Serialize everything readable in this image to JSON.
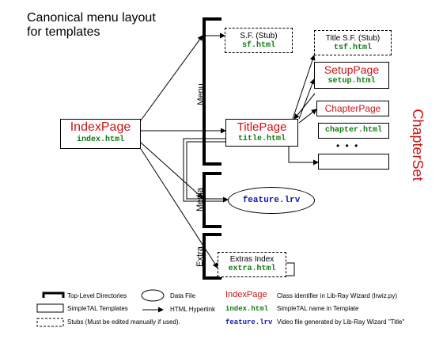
{
  "title": "Canonical menu layout\nfor templates",
  "dirs": {
    "menu": "Menu",
    "media": "Media",
    "extra": "Extra"
  },
  "nodes": {
    "index": {
      "class": "IndexPage",
      "file": "index.html"
    },
    "sf_stub": {
      "label": "S.F. (Stub)",
      "file": "sf.html"
    },
    "title_sf_stub": {
      "label": "Title S.F. (Stub)",
      "file": "tsf.html"
    },
    "setup": {
      "class": "SetupPage",
      "file": "setup.html"
    },
    "chapter_page": {
      "class": "ChapterPage"
    },
    "chapter_file": {
      "file": "chapter.html"
    },
    "ellipsis": "• • •",
    "title_page": {
      "class": "TitlePage",
      "file": "title.html"
    },
    "feature": {
      "file": "feature.lrv"
    },
    "extras": {
      "label": "Extras Index",
      "file": "extra.html"
    }
  },
  "chapterset": "ChapterSet",
  "legend": {
    "top_dirs": "Top-Level Directories",
    "templates": "SimpleTAL Templates",
    "stubs": "Stubs (Must be edited manually if used).",
    "data_file": "Data File",
    "hyperlink": "HTML Hyperlink",
    "class_sample": "IndexPage",
    "class_desc": "Class identifier in Lib-Ray Wizard (lrwiz.py)",
    "name_sample": "index.html",
    "name_desc": "SimpleTAL name in Template",
    "video_sample": "feature.lrv",
    "video_desc": "Video file generated by Lib-Ray Wizard \"Title\""
  },
  "colors": {
    "red": "#cc1414",
    "green": "#0f7a0f",
    "blue": "#1414b4"
  }
}
